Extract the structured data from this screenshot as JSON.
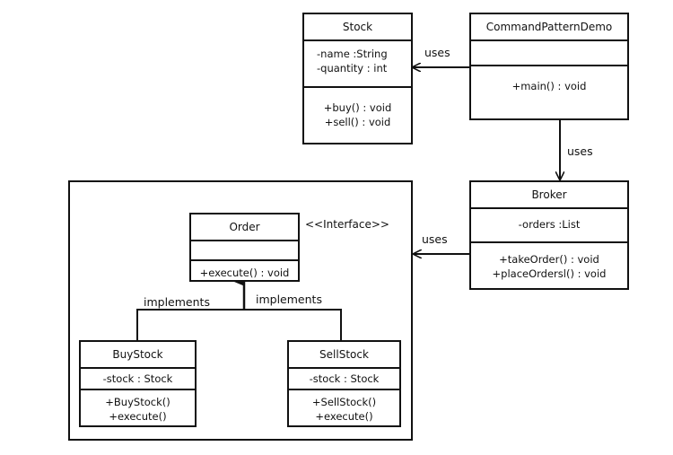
{
  "classes": {
    "stock": {
      "name": "Stock",
      "attributes": [
        "-name  :String",
        "-quantity  : int"
      ],
      "methods": [
        "+buy()  : void",
        "+sell()  : void"
      ]
    },
    "command_pattern_demo": {
      "name": "CommandPatternDemo",
      "attributes": [],
      "methods": [
        "+main()  : void"
      ]
    },
    "broker": {
      "name": "Broker",
      "attributes": [
        "-orders  :List"
      ],
      "methods": [
        "+takeOrder()  : void",
        "+placeOrdersl()  : void"
      ]
    },
    "order": {
      "name": "Order",
      "stereotype": "<<Interface>>",
      "attributes": [],
      "methods": [
        "+execute()  : void"
      ]
    },
    "buy_stock": {
      "name": "BuyStock",
      "attributes": [
        "-stock  : Stock"
      ],
      "methods": [
        "+BuyStock()",
        "+execute()"
      ]
    },
    "sell_stock": {
      "name": "SellStock",
      "attributes": [
        "-stock  : Stock"
      ],
      "methods": [
        "+SellStock()",
        "+execute()"
      ]
    }
  },
  "relations": {
    "demo_uses_stock": "uses",
    "demo_uses_broker": "uses",
    "broker_uses_orders": "uses",
    "buy_implements_order": "implements",
    "sell_implements_order": "implements"
  }
}
